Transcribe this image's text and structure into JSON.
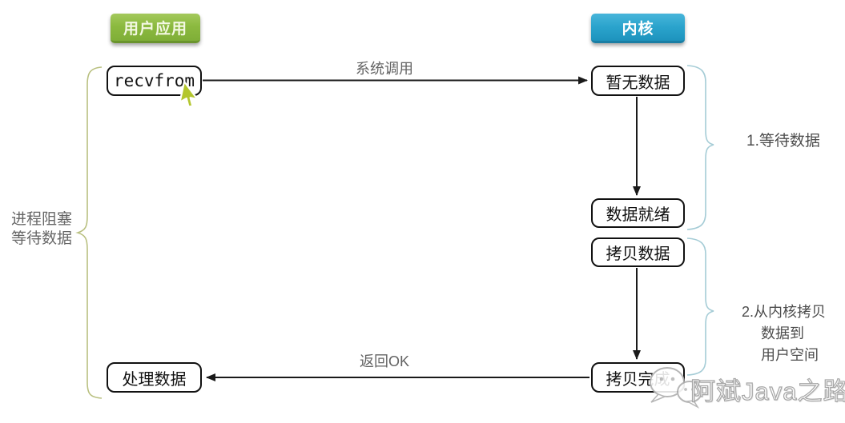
{
  "diagram": {
    "badges": {
      "user_app": "用户应用",
      "kernel": "内核"
    },
    "nodes": {
      "recvfrom": "recvfrom",
      "no_data": "暂无数据",
      "data_ready": "数据就绪",
      "copy_data": "拷贝数据",
      "copy_done": "拷贝完成",
      "process_data": "处理数据"
    },
    "edge_labels": {
      "syscall": "系统调用",
      "return_ok": "返回OK"
    },
    "left_brace_label": {
      "line1": "进程阻塞",
      "line2": "等待数据"
    },
    "right_brace_labels": {
      "phase1": "1.等待数据",
      "phase2_line1": "2.从内核拷贝",
      "phase2_line2": "数据到",
      "phase2_line3": "用户空间"
    },
    "watermark_text": "阿斌Java之路",
    "colors": {
      "badge_green": "#8cba40",
      "badge_blue": "#2aa3cc",
      "left_brace": "#b9c080",
      "right_brace": "#a5ccd6",
      "arrow": "#1a1a1a",
      "edge_label_gray": "#636363",
      "cursor_green": "#b3c62e",
      "watermark_outline": "#a6a6a6"
    }
  }
}
